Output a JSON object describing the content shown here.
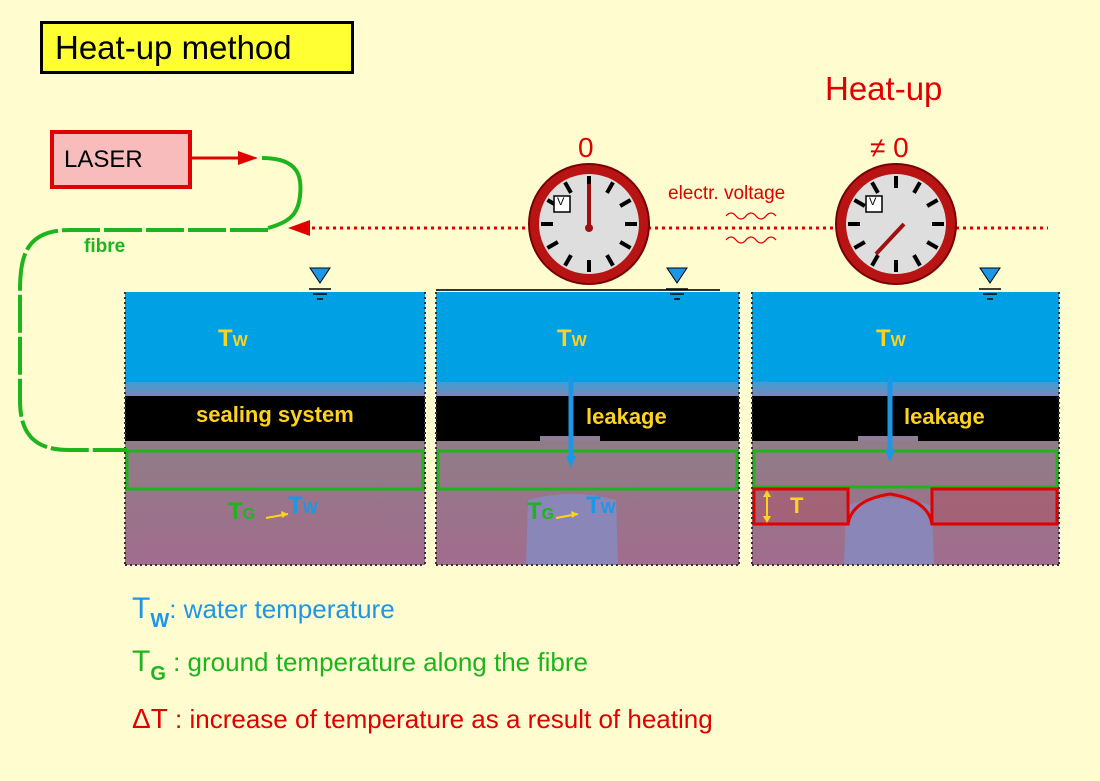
{
  "title": "Heat-up method",
  "laser_label": "LASER",
  "heatup_label": "Heat-up",
  "fibre_label": "fibre",
  "voltage_label": "electr. voltage",
  "voltmeter_symbol": "V",
  "dials": [
    {
      "value": "0"
    },
    {
      "value": "≠ 0"
    }
  ],
  "panels": [
    {
      "water_symbol": "T",
      "water_sub": "W",
      "layer_label": "sealing system",
      "ground_symbol": "T",
      "ground_sub": "G",
      "target_symbol": "T",
      "target_sub": "W"
    },
    {
      "water_symbol": "T",
      "water_sub": "W",
      "layer_label": "leakage",
      "ground_symbol": "T",
      "ground_sub": "G",
      "target_symbol": "T",
      "target_sub": "W"
    },
    {
      "water_symbol": "T",
      "water_sub": "W",
      "layer_label": "leakage",
      "delta_symbol": "T"
    }
  ],
  "legend": [
    {
      "symbol": "T",
      "sub": "W",
      "text": ": water temperature",
      "color": "#1e96e6"
    },
    {
      "symbol": "T",
      "sub": "G",
      "text": " : ground temperature along the fibre",
      "color": "#1eb41e"
    },
    {
      "symbol": "ΔT",
      "sub": "",
      "text": " : increase of temperature as a result of heating",
      "color": "#e00000"
    }
  ],
  "colors": {
    "background": "#fffdd0",
    "water": "#00a0e4",
    "sealing": "#000000",
    "ground": "#9a6e8c",
    "fibre": "#1eb41e",
    "heat": "#e00000",
    "label_yellow": "#ffd21e"
  }
}
